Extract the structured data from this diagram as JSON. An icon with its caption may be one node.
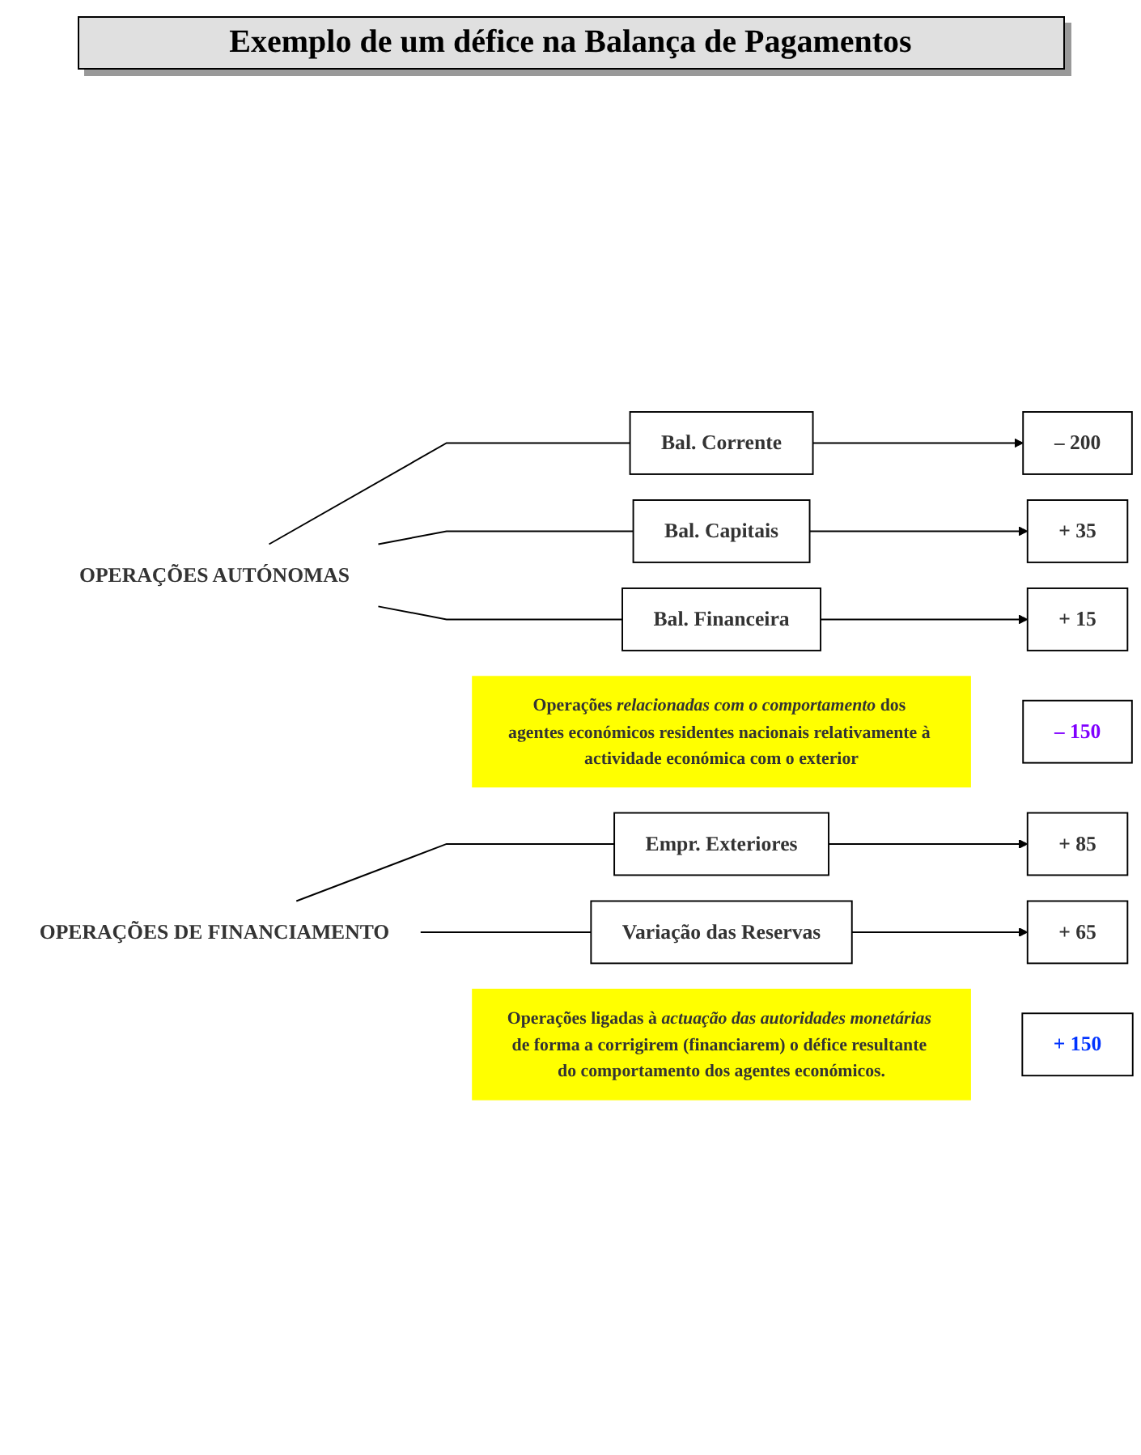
{
  "diagram": {
    "title": "Exemplo de um défice na Balança de Pagamentos",
    "nodes": [
      {
        "text": [
          "OPERAÇÕES AUTÓNOMAS"
        ]
      },
      {
        "text": [
          "Bal. Corrente"
        ]
      },
      {
        "text": [
          "– 200"
        ]
      },
      {
        "text": [
          "Bal. Capitais"
        ]
      },
      {
        "text": [
          "+ 35"
        ]
      },
      {
        "text": [
          "Bal. Financeira"
        ]
      },
      {
        "text": [
          "+ 15"
        ]
      },
      {
        "text": [
          "Operações *relacionadas com o comportamento* dos agentes económicos residentes nacionais relativamente à actividade económica com o exterior"
        ]
      },
      {
        "text": [
          "– 150"
        ]
      },
      {
        "text": [
          "Operações ligadas à *actuação das autoridades monetárias* de forma a corrigirem (financiarem) o défice resultante do comportamento dos agentes económicos."
        ]
      },
      {
        "text": [
          "+ 150"
        ]
      },
      {
        "text": [
          "OPERAÇÕES DE FINANCIAMENTO"
        ]
      },
      {
        "text": [
          "Empr. Exteriores"
        ]
      },
      {
        "text": [
          "+ 85"
        ]
      },
      {
        "text": [
          "Variação das Reservas"
        ]
      },
      {
        "text": [
          "+ 65"
        ]
      }
    ],
    "edges": [
      {
        "from": 0,
        "to": 1,
        "arrow": "none"
      },
      {
        "from": 0,
        "to": 3,
        "arrow": "none"
      },
      {
        "from": 0,
        "to": 5,
        "arrow": "none"
      },
      {
        "from": 1,
        "to": 2,
        "arrow": "to"
      },
      {
        "from": 3,
        "to": 4,
        "arrow": "to"
      },
      {
        "from": 5,
        "to": 6,
        "arrow": "to"
      },
      {
        "from": 11,
        "to": 12,
        "arrow": "none"
      },
      {
        "from": 11,
        "to": 14,
        "arrow": "none"
      },
      {
        "from": 12,
        "to": 13,
        "arrow": "to"
      },
      {
        "from": 14,
        "to": 15,
        "arrow": "to"
      }
    ]
  }
}
